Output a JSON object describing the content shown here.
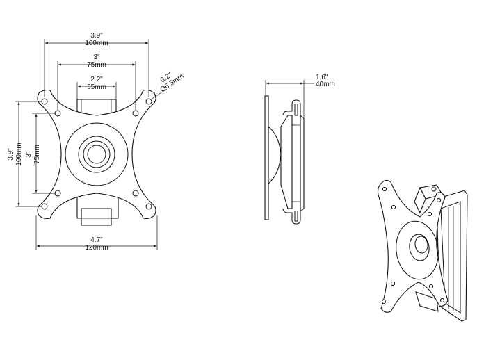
{
  "front_view": {
    "dims": {
      "w100": {
        "inch": "3.9\"",
        "mm": "100mm"
      },
      "w75": {
        "inch": "3\"",
        "mm": "75mm"
      },
      "w55": {
        "inch": "2.2\"",
        "mm": "55mm"
      },
      "hole": {
        "inch": "0.2\"",
        "mm": "Ø6.5mm"
      },
      "h100": {
        "inch": "3.9\"",
        "mm": "100mm"
      },
      "h75": {
        "inch": "3\"",
        "mm": "75mm"
      },
      "w120": {
        "inch": "4.7\"",
        "mm": "120mm"
      }
    }
  },
  "side_view": {
    "dims": {
      "depth": {
        "inch": "1.6\"",
        "mm": "40mm"
      }
    }
  },
  "colors": {
    "line": "#111111",
    "background": "#ffffff"
  }
}
